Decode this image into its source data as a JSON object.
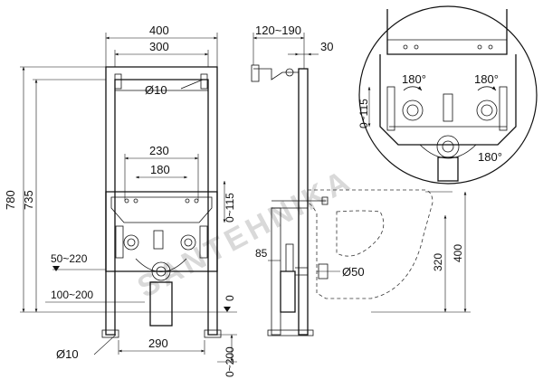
{
  "watermark": "SANTEHNIKA",
  "front_view": {
    "width_outer": "400",
    "width_inner": "300",
    "hole_dia_top": "Ø10",
    "fixing_spacing_outer": "230",
    "fixing_spacing_inner": "180",
    "mount_adjust": "0~115",
    "total_height": "780",
    "frame_height": "735",
    "inlet_height": "50~220",
    "drain_height": "100~200",
    "floor_zero": "0",
    "foot_hole_dia": "Ø10",
    "foot_spacing": "290",
    "foot_adjust": "0~200"
  },
  "side_view": {
    "wall_distance": "120~190",
    "profile_depth": "30",
    "drain_height_mm": "85",
    "drain_dia": "Ø50",
    "outlet_height": "320",
    "bowl_height": "400"
  },
  "detail_view": {
    "adjust": "0~115",
    "rotation_left": "180°",
    "rotation_right": "180°",
    "rotation_bottom": "180°"
  }
}
